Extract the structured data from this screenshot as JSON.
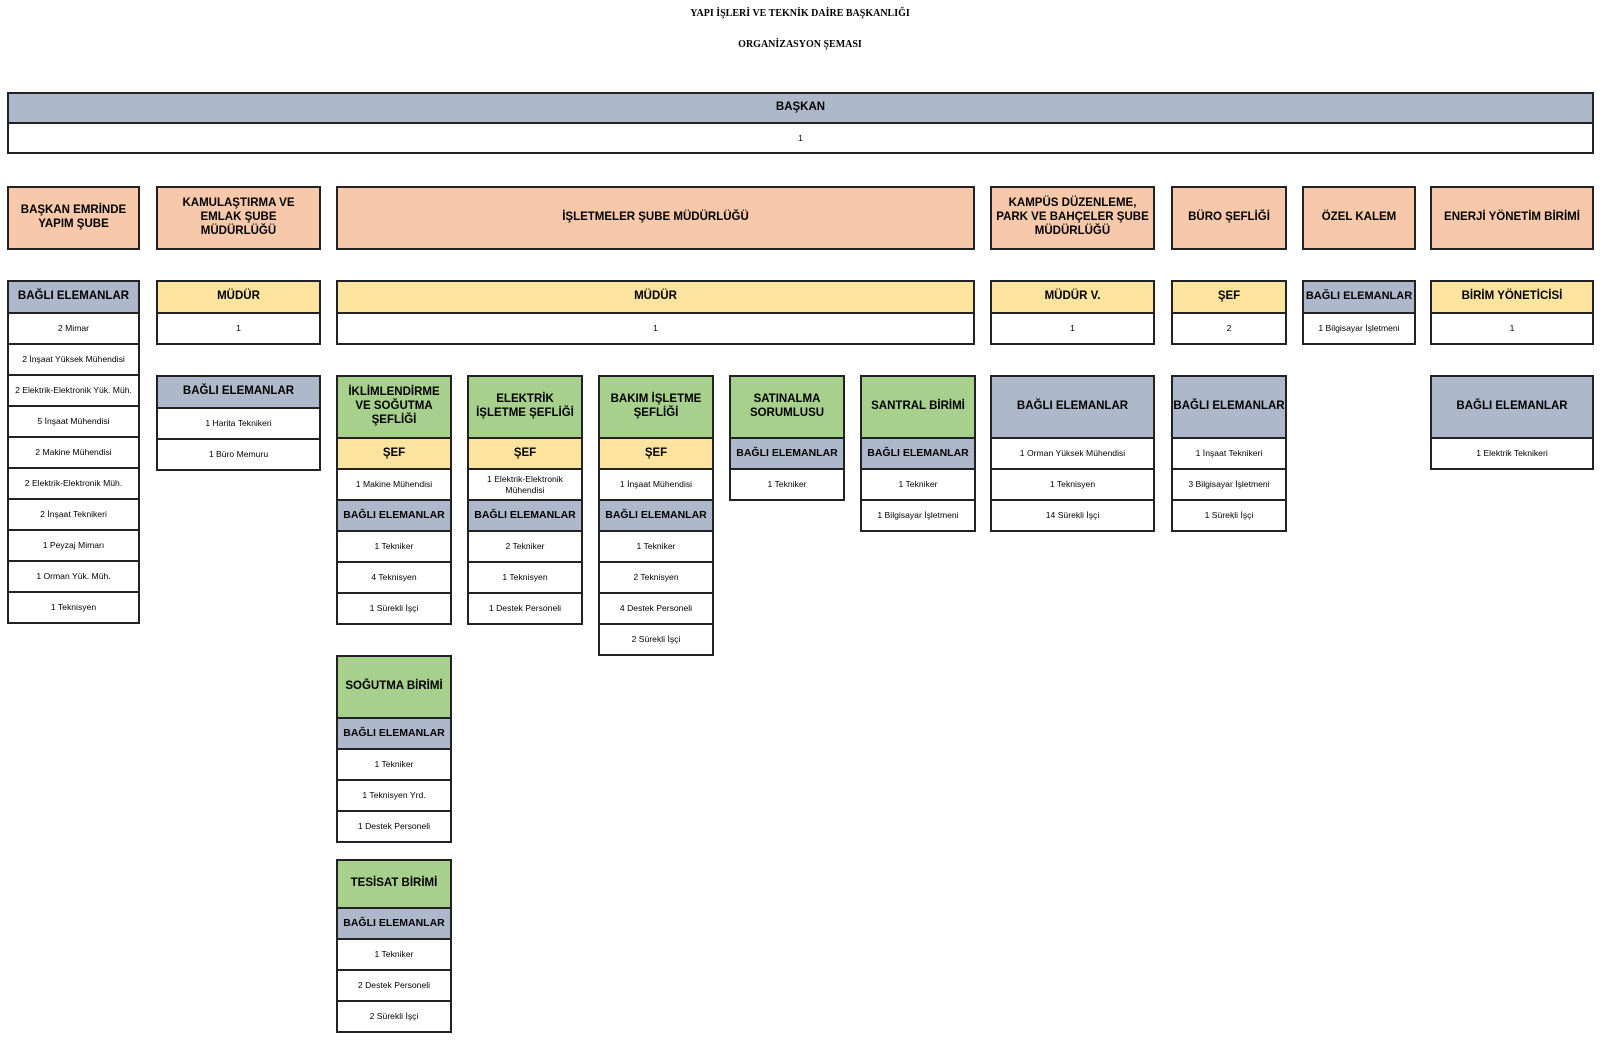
{
  "header": {
    "title": "YAPI İŞLERİ VE TEKNİK DAİRE BAŞKANLIĞI",
    "subtitle": "ORGANİZASYON ŞEMASI"
  },
  "colors": {
    "unit_header": "#f7c9aa",
    "manager": "#fde49e",
    "staff_header": "#adb9ca",
    "sub_unit": "#a8d08d"
  },
  "top": {
    "title": "BAŞKAN",
    "count": "1"
  },
  "departments": [
    {
      "name": "BAŞKAN EMRİNDE YAPIM ŞUBE"
    },
    {
      "name": "KAMULAŞTIRMA VE EMLAK ŞUBE MÜDÜRLÜĞÜ"
    },
    {
      "name": "İŞLETMELER ŞUBE MÜDÜRLÜĞÜ"
    },
    {
      "name": "KAMPÜS DÜZENLEME, PARK VE BAHÇELER ŞUBE MÜDÜRLÜĞÜ"
    },
    {
      "name": "BÜRO ŞEFLİĞİ"
    },
    {
      "name": "ÖZEL KALEM"
    },
    {
      "name": "ENERJİ YÖNETİM BİRİMİ"
    }
  ],
  "level2": [
    {
      "label": "BAĞLI ELEMANLAR",
      "rows": [
        "2 Mimar",
        "2 İnşaat Yüksek Mühendisi",
        "2 Elektrik-Elektronik Yük. Müh.",
        "5 İnşaat Mühendisi",
        "2 Makine Mühendisi",
        "2 Elektrik-Elektronik Müh.",
        "2 İnşaat Teknikeri",
        "1 Peyzaj Mimarı",
        "1 Orman Yük. Müh.",
        "1 Teknisyen"
      ]
    },
    {
      "label": "MÜDÜR",
      "rows": [
        "1"
      ]
    },
    {
      "label": "MÜDÜR",
      "rows": [
        "1"
      ]
    },
    {
      "label": "MÜDÜR V.",
      "rows": [
        "1"
      ]
    },
    {
      "label": "ŞEF",
      "rows": [
        "2"
      ]
    },
    {
      "label": "BAĞLI ELEMANLAR",
      "rows": [
        "1 Bilgisayar İşletmeni"
      ]
    },
    {
      "label": "BİRİM YÖNETİCİSİ",
      "rows": [
        "1"
      ]
    }
  ],
  "level3": [
    {
      "label": "BAĞLI ELEMANLAR",
      "rows": [
        "1 Harita Teknikeri",
        "1 Büro Memuru"
      ]
    },
    {
      "label": "BAĞLI ELEMANLAR",
      "rows": [
        "1 Orman Yüksek Mühendisi",
        "1 Teknisyen",
        "14 Sürekli İşçi"
      ]
    },
    {
      "label": "BAĞLI ELEMANLAR",
      "rows": [
        "1 İnşaat Teknikeri",
        "3 Bilgisayar İşletmeni",
        "1 Sürekli İşçi"
      ]
    },
    {
      "label": "BAĞLI ELEMANLAR",
      "rows": [
        "1 Elektrik Teknikeri"
      ]
    }
  ],
  "sub_units": [
    {
      "name": "İKLİMLENDİRME VE SOĞUTMA ŞEFLİĞİ",
      "manager_label": "ŞEF",
      "manager_rows": [
        "1 Makine Mühendisi"
      ],
      "staff_label": "BAĞLI ELEMANLAR",
      "staff_rows": [
        "1 Tekniker",
        "4 Teknisyen",
        "1 Sürekli İşçi"
      ]
    },
    {
      "name": "ELEKTRİK İŞLETME ŞEFLİĞİ",
      "manager_label": "ŞEF",
      "manager_rows": [
        "1 Elektrik-Elektronik Mühendisi"
      ],
      "staff_label": "BAĞLI ELEMANLAR",
      "staff_rows": [
        "2 Tekniker",
        "1 Teknisyen",
        "1 Destek Personeli"
      ]
    },
    {
      "name": "BAKIM İŞLETME ŞEFLİĞİ",
      "manager_label": "ŞEF",
      "manager_rows": [
        "1 İnşaat Mühendisi"
      ],
      "staff_label": "BAĞLI ELEMANLAR",
      "staff_rows": [
        "1 Tekniker",
        "2 Teknisyen",
        "4 Destek Personeli",
        "2 Sürekli İşçi"
      ]
    },
    {
      "name": "SATINALMA SORUMLUSU",
      "staff_label": "BAĞLI ELEMANLAR",
      "staff_rows": [
        "1 Tekniker"
      ]
    },
    {
      "name": "SANTRAL BİRİMİ",
      "staff_label": "BAĞLI ELEMANLAR",
      "staff_rows": [
        "1 Tekniker",
        "1 Bilgisayar İşletmeni"
      ]
    }
  ],
  "sub_units_lower": [
    {
      "name": "SOĞUTMA BİRİMİ",
      "staff_label": "BAĞLI ELEMANLAR",
      "staff_rows": [
        "1 Tekniker",
        "1 Teknisyen Yrd.",
        "1 Destek Personeli"
      ]
    },
    {
      "name": "TESİSAT BİRİMİ",
      "staff_label": "BAĞLI ELEMANLAR",
      "staff_rows": [
        "1 Tekniker",
        "2 Destek Personeli",
        "2 Sürekli İşçi"
      ]
    }
  ]
}
